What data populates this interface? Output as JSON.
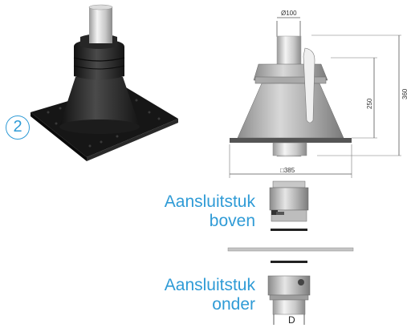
{
  "badge": {
    "number": "2"
  },
  "dimensions": {
    "diameter": "Ø100",
    "height_inner": "250",
    "height_outer": "360",
    "base_width": "□385"
  },
  "labels": {
    "top_connector_line1": "Aansluitstuk",
    "top_connector_line2": "boven",
    "bottom_connector_line1": "Aansluitstuk",
    "bottom_connector_line2": "onder",
    "diameter_marker": "D"
  }
}
